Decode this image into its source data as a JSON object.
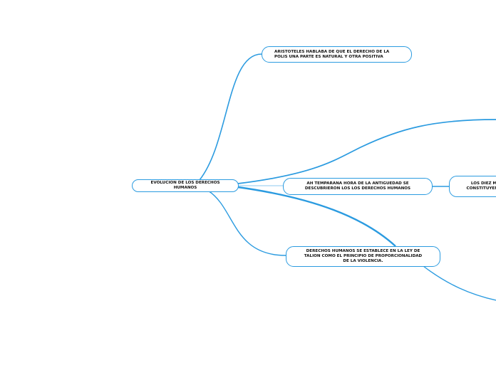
{
  "colors": {
    "branch": "#2b9be0",
    "node_border": "#2b9be0",
    "text": "#111111"
  },
  "root": {
    "label": "EVOLUCION DE LOS DERECHOS HUMANOS"
  },
  "nodes": [
    {
      "label": "ARISTOTELES HABLABA DE QUE EL DERECHO DE LA POLIS UNA PARTE ES NATURAL Y OTRA POSITIVA"
    },
    {
      "label": "AH TEMPARANA HORA DE LA ANTIGUEDAD SE DESCUBRIERON LOS LOS DERECHOS HUMANOS"
    },
    {
      "label": "LOS DIEZ M CONSTITUYEN ("
    },
    {
      "label": "DERECHOS HUMANOS SE ESTABLECE EN LA LEY DE TALION COMO EL PRINCIPIO DE PROPORCIONALIDAD DE LA VIOLENCIA."
    }
  ]
}
